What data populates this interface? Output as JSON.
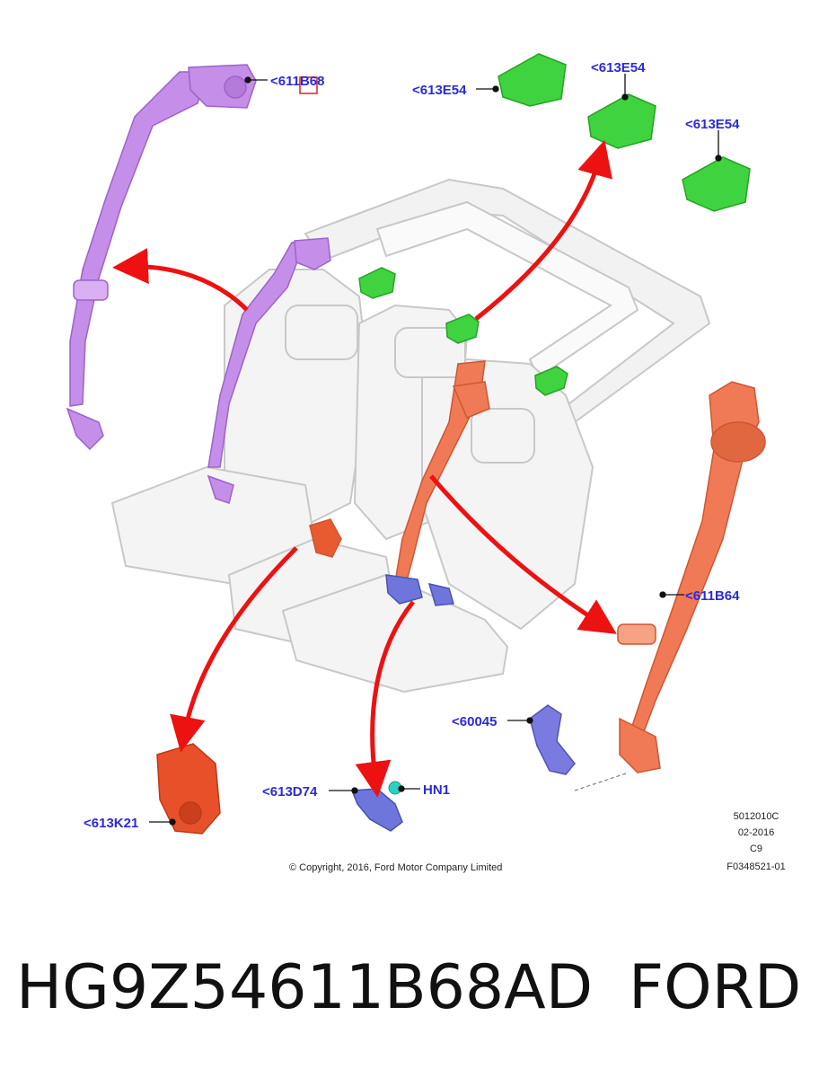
{
  "callouts": {
    "c1": "<611B68",
    "c2": "<613E54",
    "c3": "<613E54",
    "c4": "<613E54",
    "c5": "<611B64",
    "c6": "<60045",
    "c7": "<613D74",
    "c8": "HN1",
    "c9": "<613K21"
  },
  "meta": {
    "line1": "5012010C",
    "line2": "02-2016",
    "line3": "C9",
    "line4": "F0348521-01"
  },
  "copyright": "© Copyright, 2016, Ford Motor Company Limited",
  "part_number": "HG9Z54611B68AD",
  "brand": "FORD",
  "colors": {
    "purple": "#c58ee8",
    "green": "#3fd43f",
    "orange": "#f07a55",
    "red_arrow": "#ee1111",
    "callout_text": "#2b2bd6",
    "blue_part": "#7a7ae0"
  }
}
